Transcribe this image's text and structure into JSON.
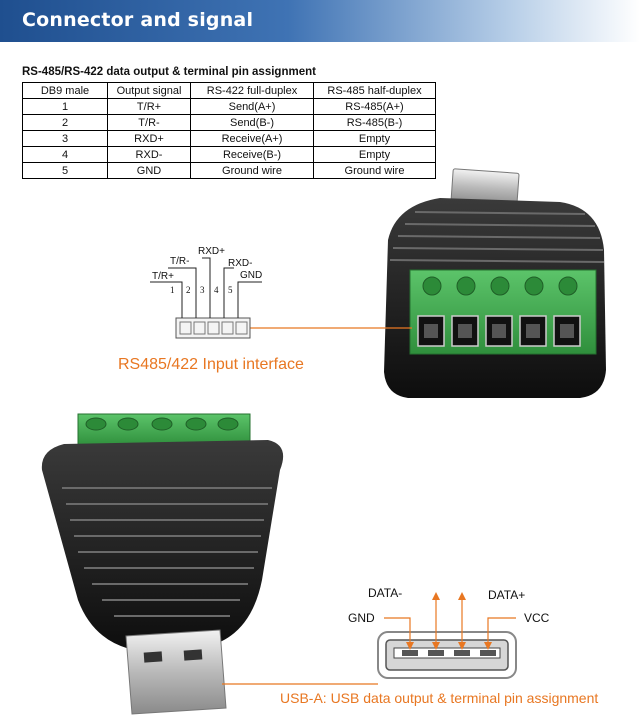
{
  "header": {
    "title": "Connector and signal"
  },
  "table": {
    "title": "RS-485/RS-422 data output & terminal pin assignment",
    "headers": [
      "DB9 male",
      "Output signal",
      "RS-422 full-duplex",
      "RS-485 half-duplex"
    ],
    "rows": [
      [
        "1",
        "T/R+",
        "Send(A+)",
        "RS-485(A+)"
      ],
      [
        "2",
        "T/R-",
        "Send(B-)",
        "RS-485(B-)"
      ],
      [
        "3",
        "RXD+",
        "Receive(A+)",
        "Empty"
      ],
      [
        "4",
        "RXD-",
        "Receive(B-)",
        "Empty"
      ],
      [
        "5",
        "GND",
        "Ground wire",
        "Ground wire"
      ]
    ]
  },
  "terminal_diagram": {
    "labels": [
      "T/R+",
      "T/R-",
      "RXD+",
      "RXD-",
      "GND"
    ],
    "pins": [
      "1",
      "2",
      "3",
      "4",
      "5"
    ],
    "caption": "RS485/422 Input interface"
  },
  "usb_diagram": {
    "labels": [
      "DATA-",
      "DATA+",
      "GND",
      "VCC"
    ],
    "caption": "USB-A: USB data output & terminal pin assignment"
  },
  "colors": {
    "accent": "#e87722",
    "header_blue": "#1f4f8f",
    "terminal_green": "#3aa34a"
  }
}
